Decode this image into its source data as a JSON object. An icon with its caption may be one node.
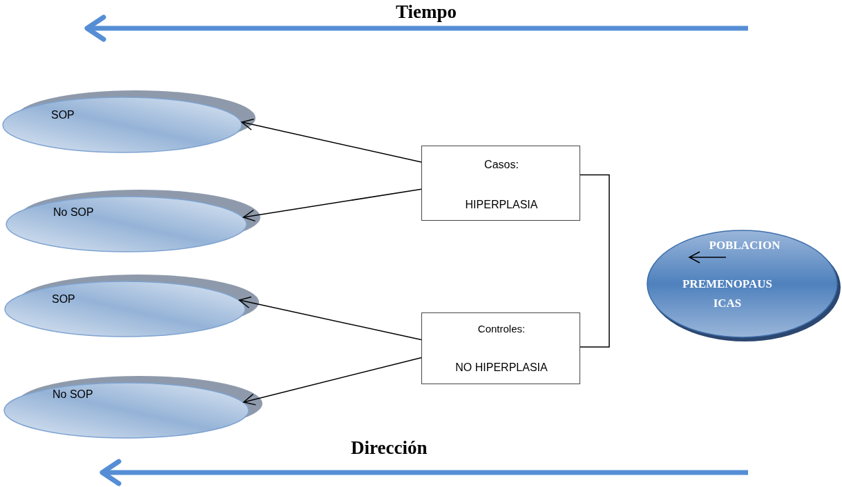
{
  "diagram": {
    "nodes": [
      {
        "text": [
          "SOP"
        ]
      },
      {
        "text": [
          "No SOP"
        ]
      },
      {
        "text": [
          "SOP"
        ]
      },
      {
        "text": [
          "No SOP"
        ]
      },
      {
        "text": [
          "Casos:",
          "HIPERPLASIA"
        ]
      },
      {
        "text": [
          "Controles:",
          "NO HIPERPLASIA"
        ]
      },
      {
        "text": [
          "POBLACION",
          "PREMENOPAUS ICAS"
        ]
      }
    ],
    "edges": [
      {
        "from": 4,
        "to": 0,
        "arrow": "to"
      },
      {
        "from": 4,
        "to": 1,
        "arrow": "to"
      },
      {
        "from": 5,
        "to": 2,
        "arrow": "to"
      },
      {
        "from": 5,
        "to": 3,
        "arrow": "to"
      },
      {
        "from": 4,
        "to": 5,
        "arrow": "none"
      }
    ],
    "labels": [
      "Tiempo",
      "Dirección"
    ]
  }
}
